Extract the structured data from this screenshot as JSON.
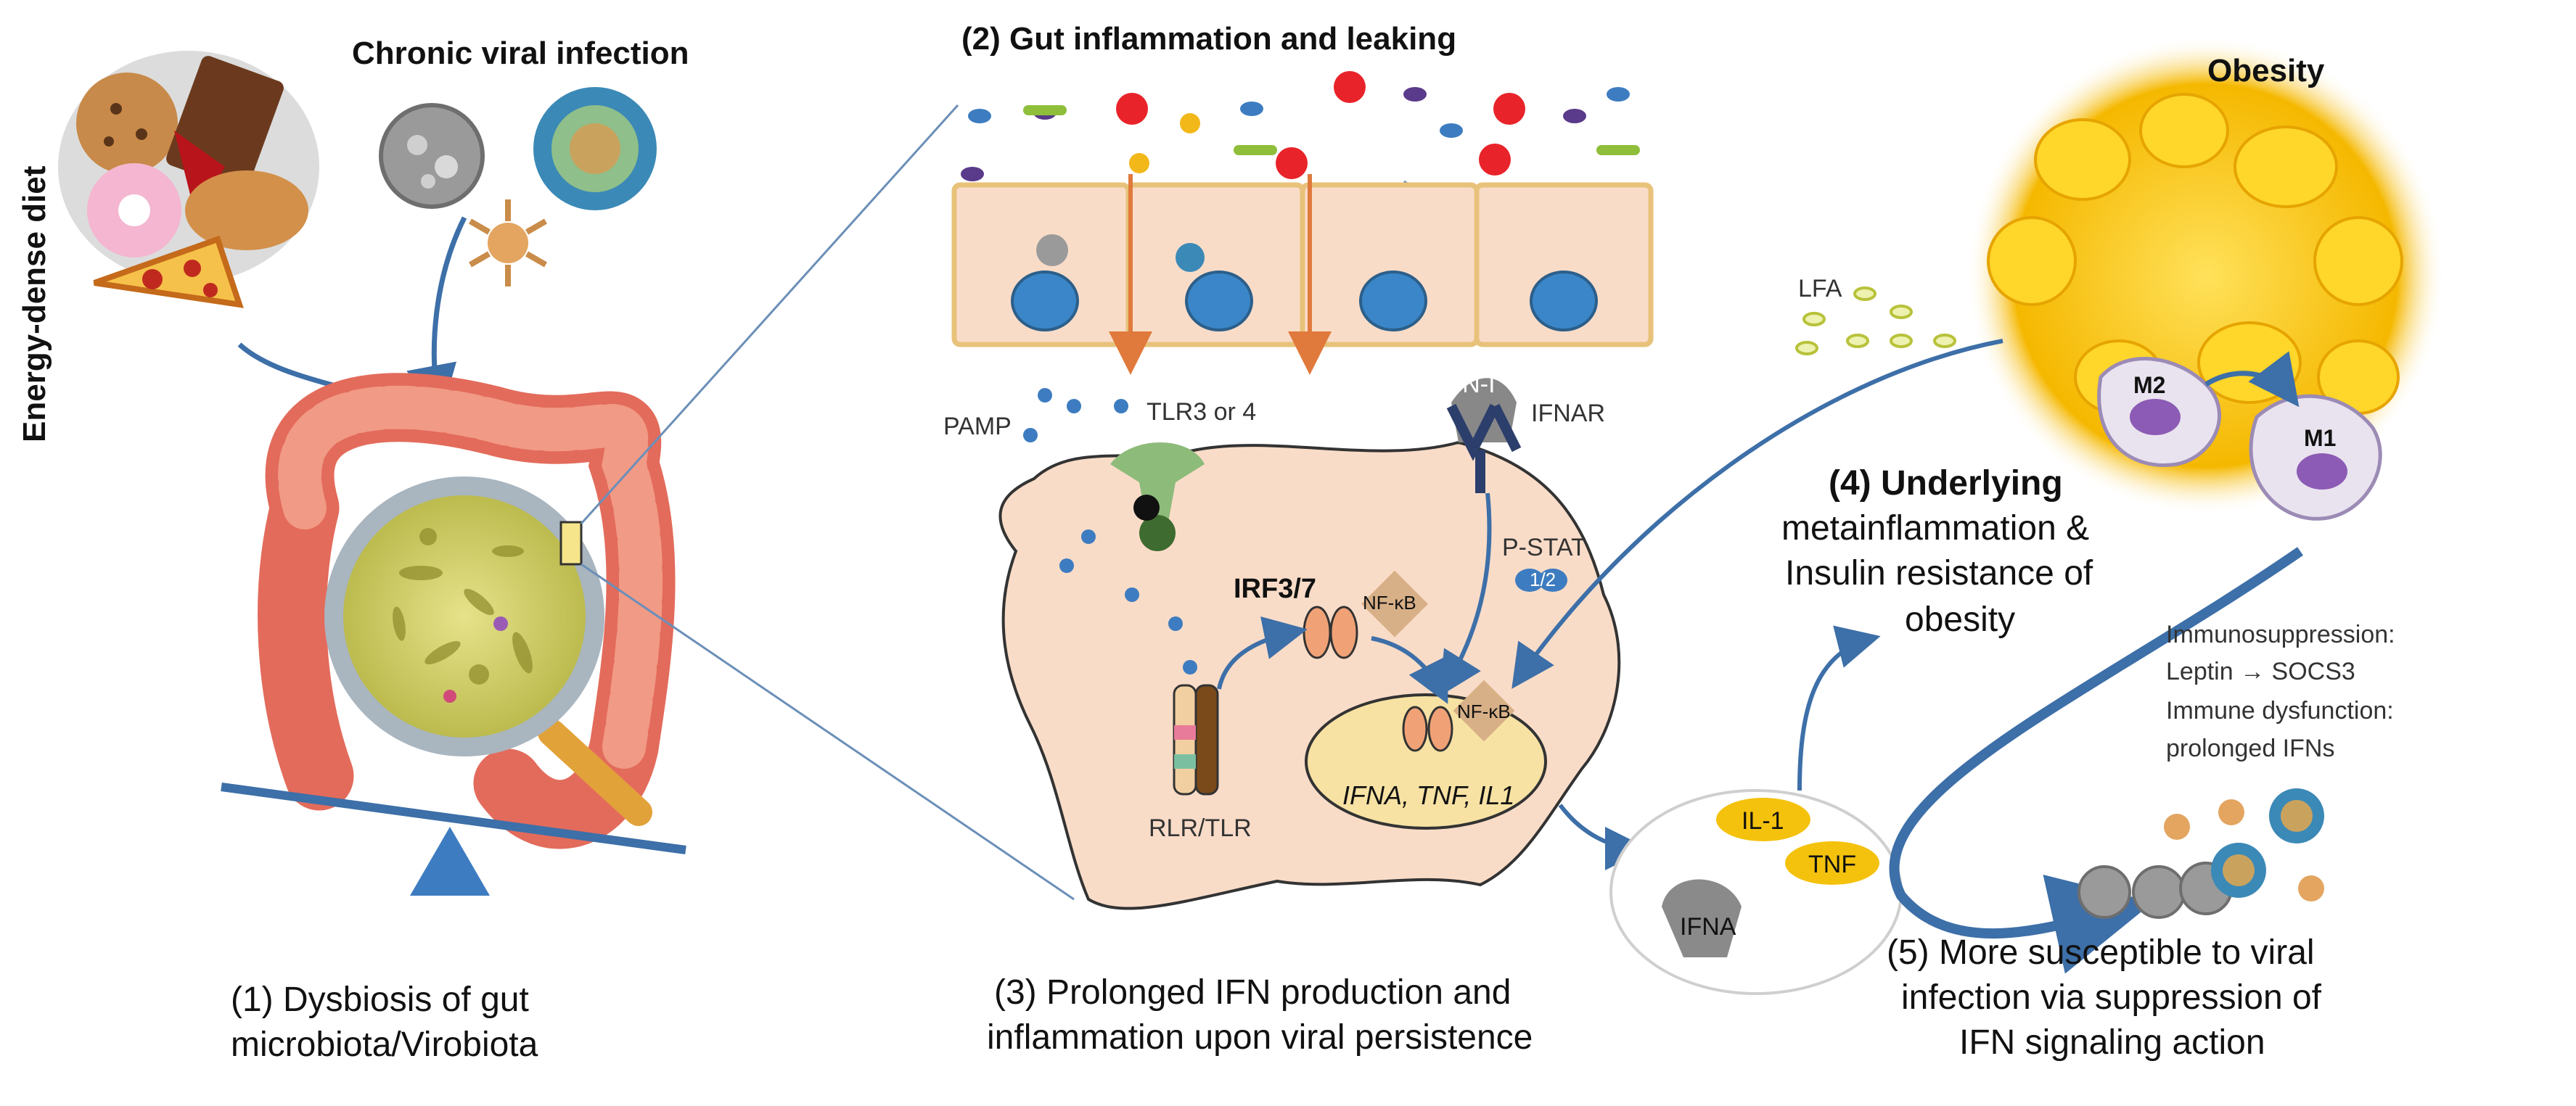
{
  "labels": {
    "energy_dense_diet": "Energy-dense diet",
    "chronic_viral_infection": "Chronic viral infection",
    "gut_inflammation_title": "(2) Gut inflammation and leaking",
    "obesity_title": "Obesity",
    "lfa": "LFA",
    "pamp": "PAMP",
    "tlr3_or_4": "TLR3 or 4",
    "ifn_i": "IFN-I",
    "ifnar": "IFNAR",
    "p_stat": "P-STAT",
    "stat_num": "1/2",
    "irf3_7": "IRF3/7",
    "nf_kb_1": "NF-κB",
    "nf_kb_2": "NF-κB",
    "rlr_tlr": "RLR/TLR",
    "gene_list": "IFNA, TNF, IL1",
    "il1": "IL-1",
    "tnf": "TNF",
    "ifna": "IFNA",
    "m2": "M2",
    "m1": "M1"
  },
  "steps": {
    "step1_line1": "(1) Dysbiosis of gut",
    "step1_line2": "microbiota/Virobiota",
    "step3_line1": "(3) Prolonged IFN production and",
    "step3_line2": "inflammation upon viral persistence",
    "step4_line1": "(4) Underlying",
    "step4_line2": "metainflammation &",
    "step4_line3": "Insulin resistance of",
    "step4_line4": "obesity",
    "step5_line1": "(5) More susceptible to viral",
    "step5_line2": "infection via suppression of",
    "step5_line3": "IFN signaling action"
  },
  "notes": {
    "immunosuppression": "Immunosuppression:",
    "leptin_socs3": "Leptin → SOCS3",
    "immune_dysfunction": "Immune dysfunction:",
    "prolonged_ifns": "prolonged IFNs"
  },
  "colors": {
    "arrow_blue": "#3d6fa8",
    "cell_pink": "#f9dcc8",
    "fat_yellow": "#f5c518",
    "cytokine_yellow": "#f4c20d",
    "nucleus_blue": "#3a86c8"
  }
}
